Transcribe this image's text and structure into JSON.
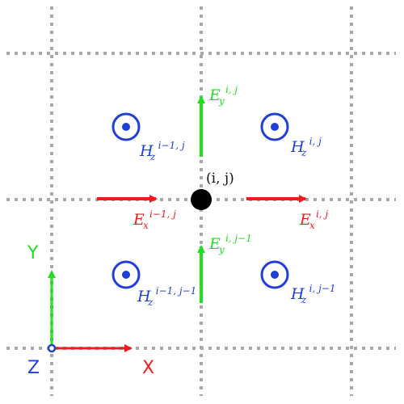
{
  "colors": {
    "grid": "#a8a8a8",
    "e_x": "#ee1c1c",
    "e_y": "#22dd22",
    "h_z": "#1f3fd8",
    "node": "#000000",
    "text": "#111111"
  },
  "node": {
    "label": "(i, j)"
  },
  "h_fields": [
    {
      "symbol": "H",
      "sub": "z",
      "sup": "i−1, j"
    },
    {
      "symbol": "H",
      "sub": "z",
      "sup": "i, j"
    },
    {
      "symbol": "H",
      "sub": "z",
      "sup": "i−1, j−1"
    },
    {
      "symbol": "H",
      "sub": "z",
      "sup": "i, j−1"
    }
  ],
  "e_fields": {
    "ey_top": {
      "symbol": "E",
      "sub": "y",
      "sup": "i, j"
    },
    "ey_bottom": {
      "symbol": "E",
      "sub": "y",
      "sup": "i, j−1"
    },
    "ex_left": {
      "symbol": "E",
      "sub": "x",
      "sup": "i−1, j"
    },
    "ex_right": {
      "symbol": "E",
      "sub": "x",
      "sup": "i, j"
    }
  },
  "axes": {
    "x_label": "X",
    "y_label": "Y",
    "z_label": "Z"
  }
}
